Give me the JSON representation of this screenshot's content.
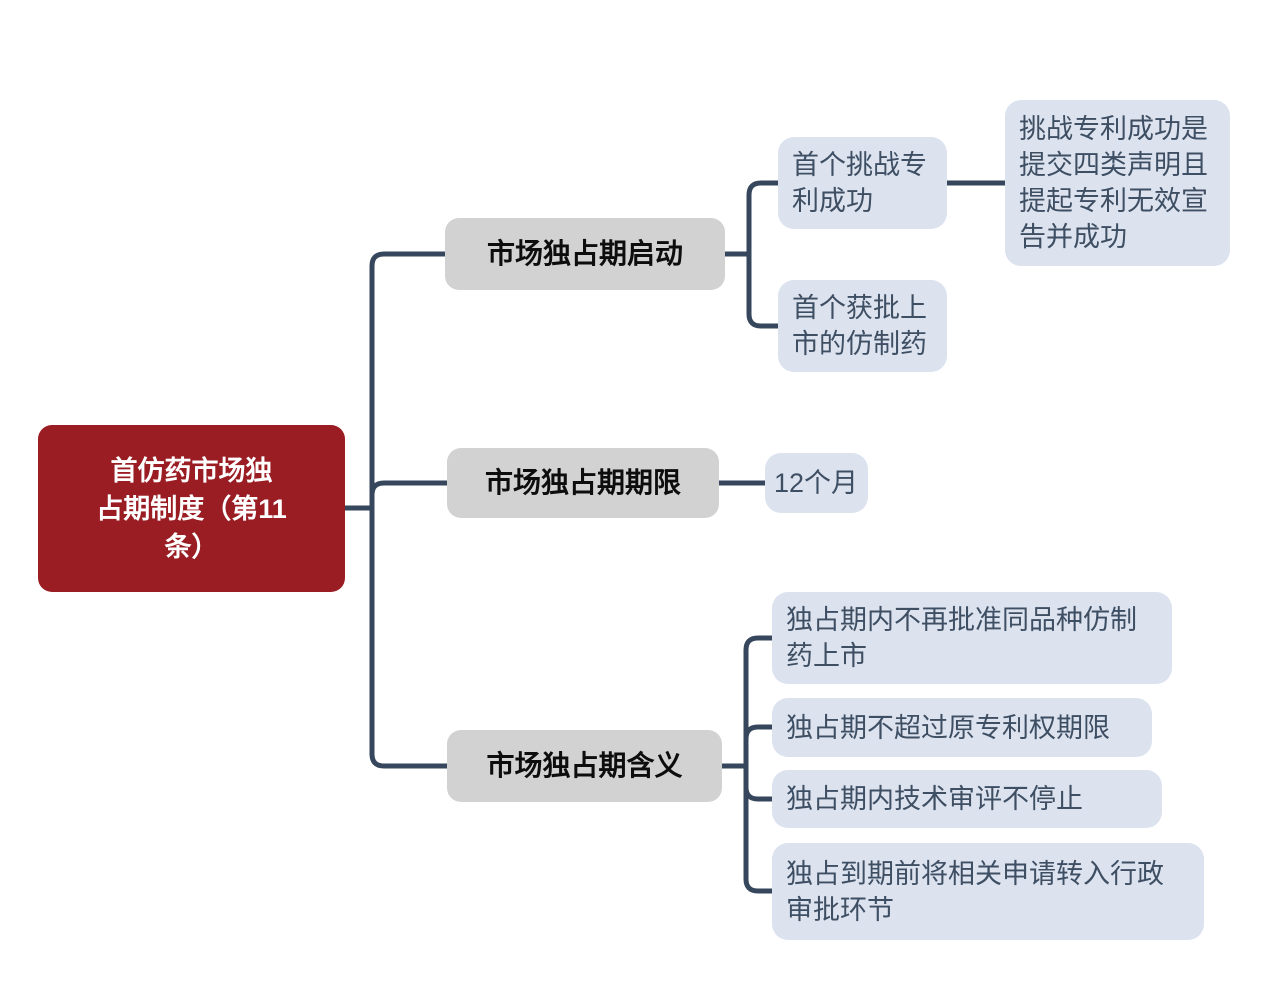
{
  "diagram": {
    "type": "mindmap",
    "colors": {
      "root_background": "#9a1d23",
      "root_text": "#ffffff",
      "branch_background": "#d2d2d2",
      "branch_text": "#0d0d0d",
      "leaf_background": "#dce3ef",
      "leaf_text": "#3e4e63",
      "connector": "#36465c",
      "page_background": "#ffffff"
    },
    "root": {
      "label": "首仿药市场独占期制度（第11条）",
      "lines": [
        "首仿药市场独",
        "占期制度（第11",
        "条）"
      ]
    },
    "branches": [
      {
        "label": "市场独占期启动",
        "children": [
          {
            "label": "首个挑战专利成功",
            "lines": [
              "首个挑战专",
              "利成功"
            ],
            "children": [
              {
                "label": "挑战专利成功是提交四类声明且提起专利无效宣告并成功",
                "lines": [
                  "挑战专利成功是",
                  "提交四类声明且",
                  "提起专利无效宣",
                  "告并成功"
                ]
              }
            ]
          },
          {
            "label": "首个获批上市的仿制药",
            "lines": [
              "首个获批上",
              "市的仿制药"
            ]
          }
        ]
      },
      {
        "label": "市场独占期期限",
        "children": [
          {
            "label": "12个月"
          }
        ]
      },
      {
        "label": "市场独占期含义",
        "children": [
          {
            "label": "独占期内不再批准同品种仿制药上市",
            "lines": [
              "独占期内不再批准同品种仿制",
              "药上市"
            ]
          },
          {
            "label": "独占期不超过原专利权期限"
          },
          {
            "label": "独占期内技术审评不停止"
          },
          {
            "label": "独占到期前将相关申请转入行政审批环节",
            "lines": [
              "独占到期前将相关申请转入行政",
              "审批环节"
            ]
          }
        ]
      }
    ]
  }
}
